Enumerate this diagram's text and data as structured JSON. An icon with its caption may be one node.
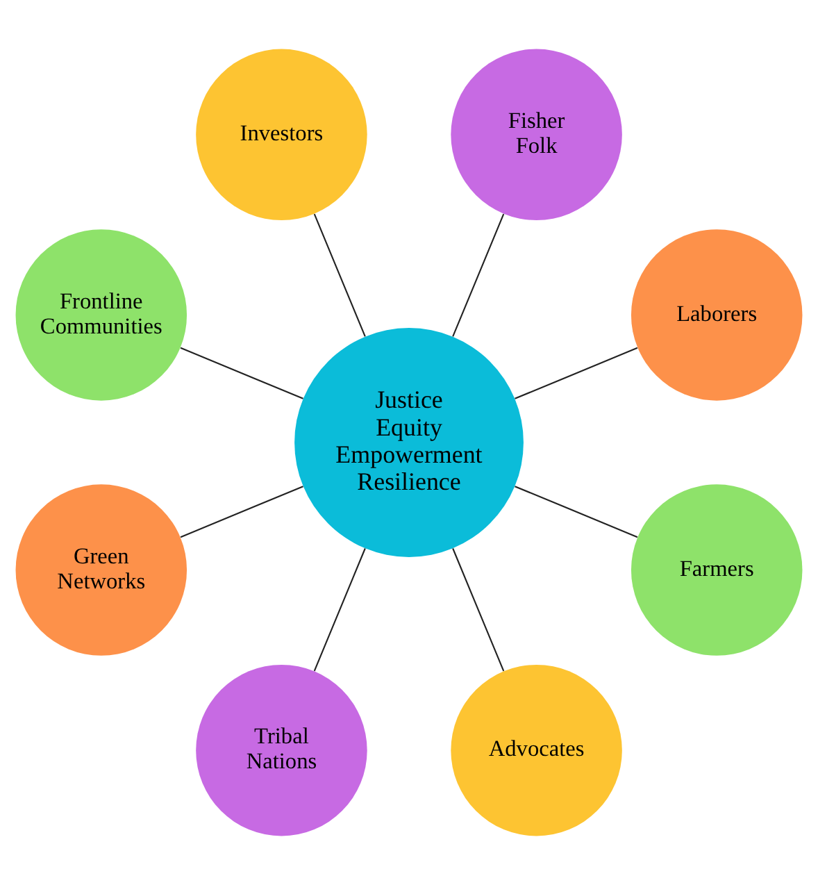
{
  "diagram": {
    "nodes": [
      {
        "text": [
          "Justice",
          "Equity",
          "Empowerment",
          "Resilience"
        ]
      },
      {
        "text": [
          "Laborers"
        ]
      },
      {
        "text": [
          "Fisher Folk"
        ]
      },
      {
        "text": [
          "Investors"
        ]
      },
      {
        "text": [
          "Frontline Communities"
        ]
      },
      {
        "text": [
          "Green Networks"
        ]
      },
      {
        "text": [
          "Tribal Nations"
        ]
      },
      {
        "text": [
          "Advocates"
        ]
      },
      {
        "text": [
          "Farmers"
        ]
      }
    ],
    "edges": [
      {
        "from": 0,
        "to": 1,
        "arrow": "none"
      },
      {
        "from": 0,
        "to": 2,
        "arrow": "none"
      },
      {
        "from": 0,
        "to": 3,
        "arrow": "none"
      },
      {
        "from": 0,
        "to": 4,
        "arrow": "none"
      },
      {
        "from": 0,
        "to": 5,
        "arrow": "none"
      },
      {
        "from": 0,
        "to": 6,
        "arrow": "none"
      },
      {
        "from": 0,
        "to": 7,
        "arrow": "none"
      },
      {
        "from": 0,
        "to": 8,
        "arrow": "none"
      }
    ]
  }
}
